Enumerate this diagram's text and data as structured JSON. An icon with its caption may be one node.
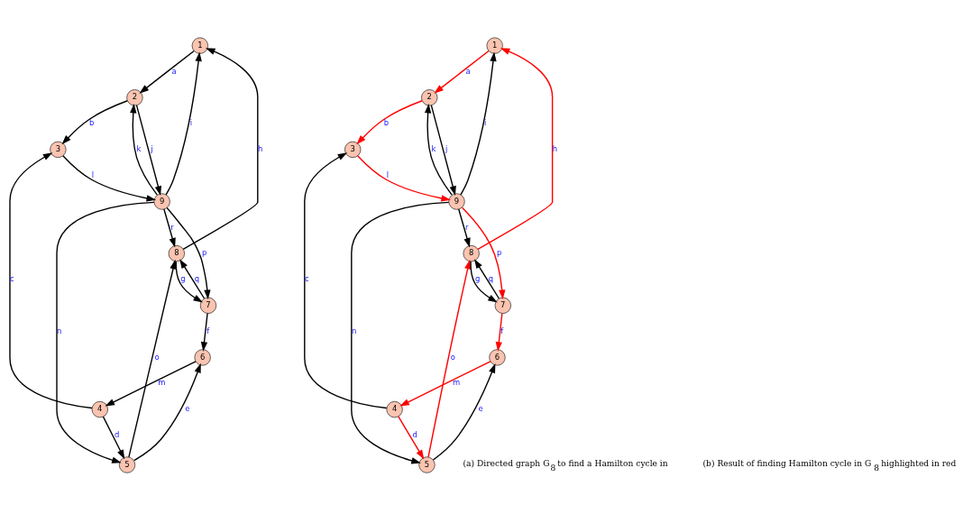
{
  "diagram": {
    "nodes": [
      {
        "text": [
          "1"
        ]
      },
      {
        "text": [
          "2"
        ]
      },
      {
        "text": [
          "3"
        ]
      },
      {
        "text": [
          "4"
        ]
      },
      {
        "text": [
          "5"
        ]
      },
      {
        "text": [
          "6"
        ]
      },
      {
        "text": [
          "7"
        ]
      },
      {
        "text": [
          "8"
        ]
      },
      {
        "text": [
          "9"
        ]
      },
      {
        "text": [
          "1"
        ]
      },
      {
        "text": [
          "2"
        ]
      },
      {
        "text": [
          "3"
        ]
      },
      {
        "text": [
          "4"
        ]
      },
      {
        "text": [
          "5"
        ]
      },
      {
        "text": [
          "6"
        ]
      },
      {
        "text": [
          "7"
        ]
      },
      {
        "text": [
          "8"
        ]
      },
      {
        "text": [
          "9"
        ]
      }
    ],
    "edges": [
      {
        "from": 0,
        "to": 1,
        "arrow": "to",
        "label": "a"
      },
      {
        "from": 1,
        "to": 2,
        "arrow": "to",
        "label": "b"
      },
      {
        "from": 3,
        "to": 2,
        "arrow": "to",
        "label": "c"
      },
      {
        "from": 3,
        "to": 4,
        "arrow": "to",
        "label": "d"
      },
      {
        "from": 4,
        "to": 5,
        "arrow": "to",
        "label": "e"
      },
      {
        "from": 6,
        "to": 5,
        "arrow": "to",
        "label": "f"
      },
      {
        "from": 7,
        "to": 6,
        "arrow": "to",
        "label": "g"
      },
      {
        "from": 7,
        "to": 0,
        "arrow": "to",
        "label": "h"
      },
      {
        "from": 8,
        "to": 0,
        "arrow": "to",
        "label": "i"
      },
      {
        "from": 1,
        "to": 8,
        "arrow": "to",
        "label": "j"
      },
      {
        "from": 8,
        "to": 1,
        "arrow": "to",
        "label": "k"
      },
      {
        "from": 2,
        "to": 8,
        "arrow": "to",
        "label": "l"
      },
      {
        "from": 5,
        "to": 3,
        "arrow": "to",
        "label": "m"
      },
      {
        "from": 8,
        "to": 4,
        "arrow": "to",
        "label": "n"
      },
      {
        "from": 4,
        "to": 7,
        "arrow": "to",
        "label": "o"
      },
      {
        "from": 8,
        "to": 6,
        "arrow": "to",
        "label": "p"
      },
      {
        "from": 6,
        "to": 7,
        "arrow": "to",
        "label": "q"
      },
      {
        "from": 8,
        "to": 7,
        "arrow": "to",
        "label": "r"
      },
      {
        "from": 9,
        "to": 10,
        "arrow": "to",
        "label": "a",
        "color": "#ff0000"
      },
      {
        "from": 10,
        "to": 11,
        "arrow": "to",
        "label": "b",
        "color": "#ff0000"
      },
      {
        "from": 12,
        "to": 11,
        "arrow": "to",
        "label": "c"
      },
      {
        "from": 12,
        "to": 13,
        "arrow": "to",
        "label": "d",
        "color": "#ff0000"
      },
      {
        "from": 13,
        "to": 14,
        "arrow": "to",
        "label": "e"
      },
      {
        "from": 15,
        "to": 14,
        "arrow": "to",
        "label": "f",
        "color": "#ff0000"
      },
      {
        "from": 16,
        "to": 15,
        "arrow": "to",
        "label": "g"
      },
      {
        "from": 16,
        "to": 9,
        "arrow": "to",
        "label": "h",
        "color": "#ff0000"
      },
      {
        "from": 17,
        "to": 9,
        "arrow": "to",
        "label": "i"
      },
      {
        "from": 10,
        "to": 17,
        "arrow": "to",
        "label": "j"
      },
      {
        "from": 17,
        "to": 10,
        "arrow": "to",
        "label": "k"
      },
      {
        "from": 11,
        "to": 17,
        "arrow": "to",
        "label": "l",
        "color": "#ff0000"
      },
      {
        "from": 14,
        "to": 12,
        "arrow": "to",
        "label": "m",
        "color": "#ff0000"
      },
      {
        "from": 17,
        "to": 13,
        "arrow": "to",
        "label": "n"
      },
      {
        "from": 13,
        "to": 16,
        "arrow": "to",
        "label": "o",
        "color": "#ff0000"
      },
      {
        "from": 17,
        "to": 15,
        "arrow": "to",
        "label": "p",
        "color": "#ff0000"
      },
      {
        "from": 15,
        "to": 16,
        "arrow": "to",
        "label": "q"
      },
      {
        "from": 17,
        "to": 16,
        "arrow": "to",
        "label": "r"
      }
    ],
    "labels": [
      "(a) Directed graph G$_{8}$ to find a Hamilton cycle in",
      "(b) Result of finding Hamilton cycle in G$_{8}$ highlighted in red"
    ]
  }
}
